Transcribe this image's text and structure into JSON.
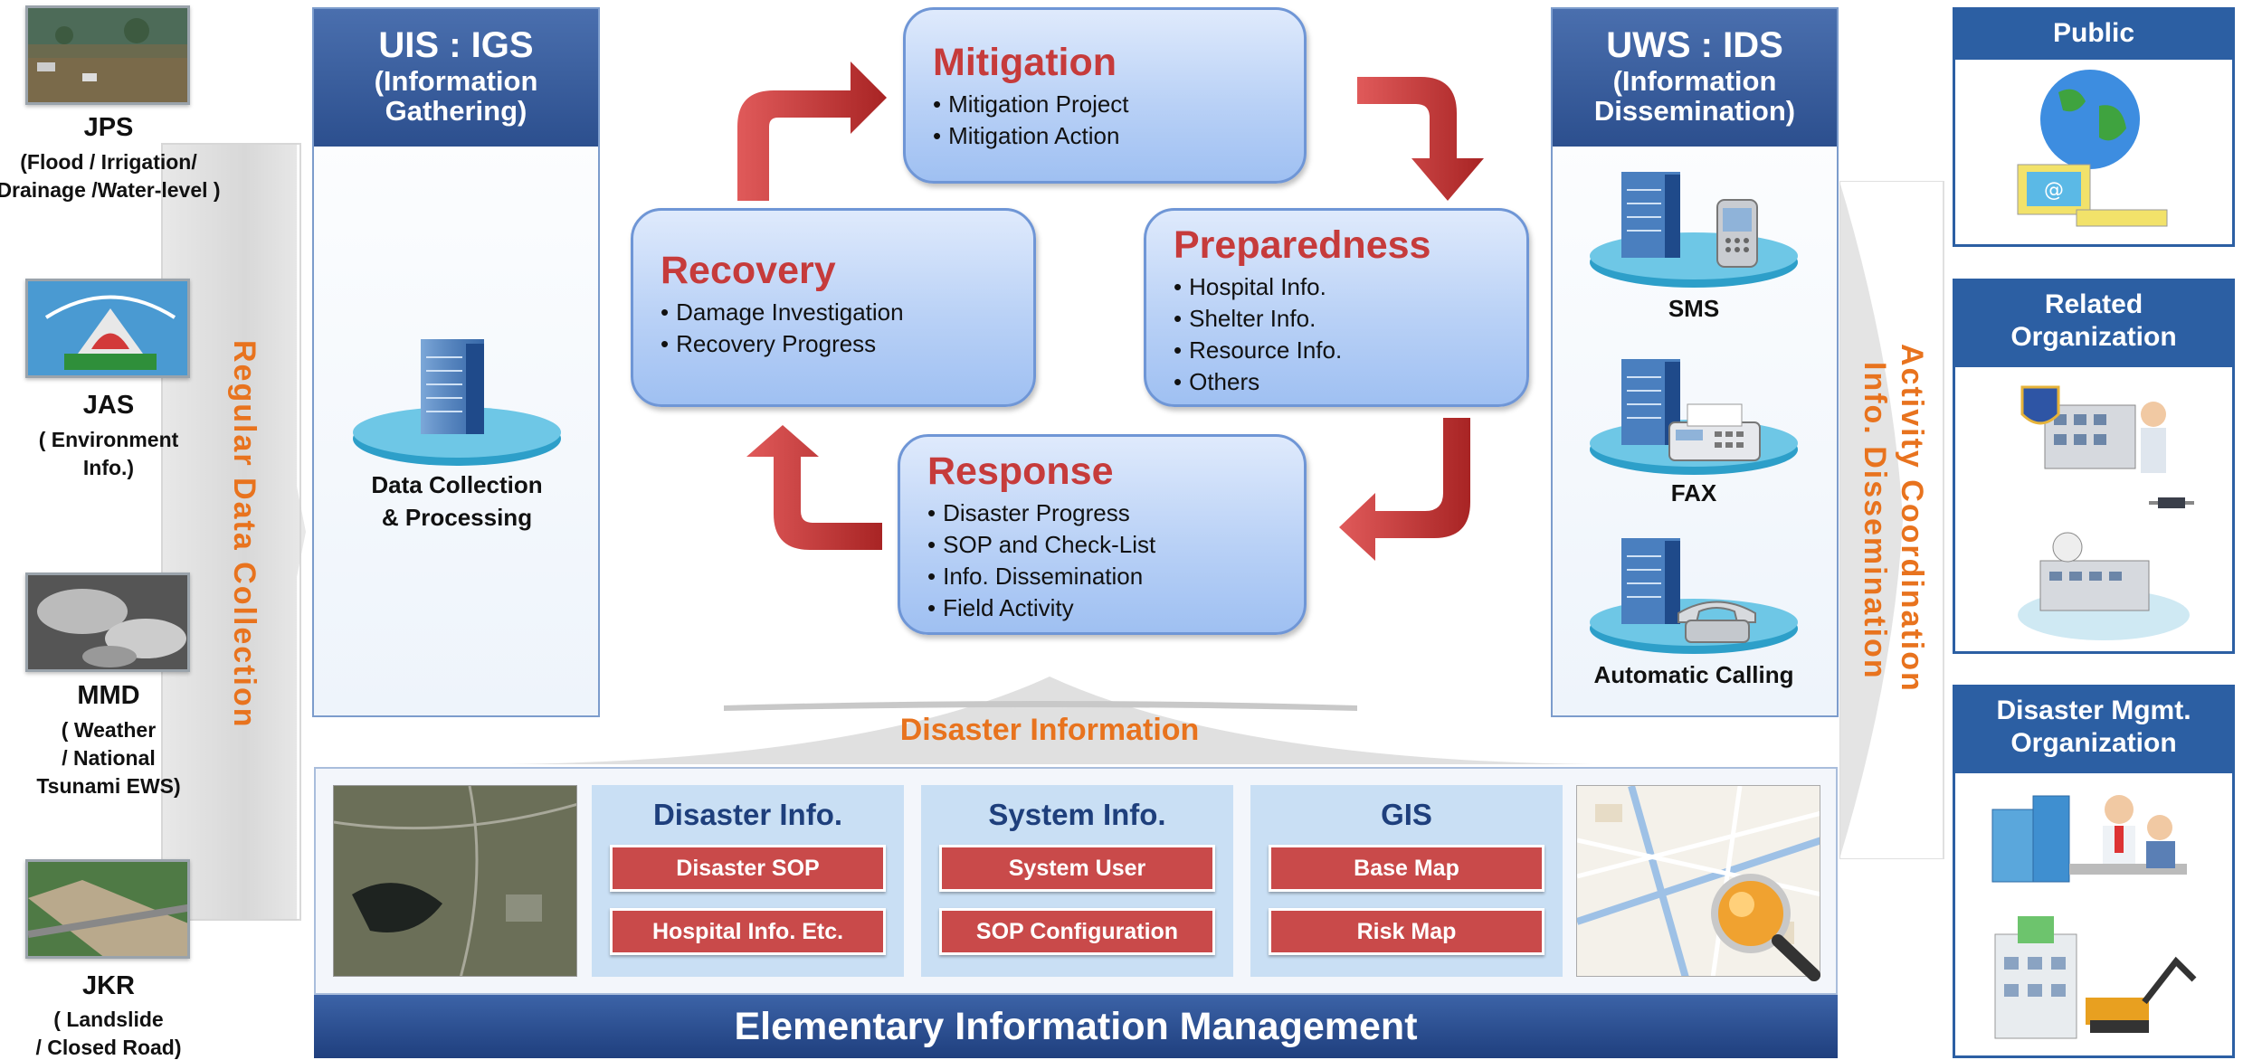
{
  "sources": [
    {
      "name": "JPS",
      "desc": "(Flood / Irrigation/\nDrainage /Water-level )"
    },
    {
      "name": "JAS",
      "desc": "( Environment\nInfo.)"
    },
    {
      "name": "MMD",
      "desc": "( Weather\n/ National\nTsunami  EWS)"
    },
    {
      "name": "JKR",
      "desc": "( Landslide\n/ Closed Road)"
    }
  ],
  "left_arrow_label": "Regular  Data  Collection",
  "uis": {
    "title": "UIS : IGS",
    "subtitle": "(Information\nGathering)",
    "server_label": "Data Collection\n& Processing"
  },
  "cycle": {
    "mitigation": {
      "title": "Mitigation",
      "items": [
        "Mitigation Project",
        "Mitigation Action"
      ]
    },
    "preparedness": {
      "title": "Preparedness",
      "items": [
        "Hospital Info.",
        "Shelter Info.",
        "Resource Info.",
        "Others"
      ]
    },
    "response": {
      "title": "Response",
      "items": [
        "Disaster Progress",
        "SOP and Check-List",
        "Info. Dissemination",
        "Field Activity"
      ]
    },
    "recovery": {
      "title": "Recovery",
      "items": [
        "Damage Investigation",
        "Recovery Progress"
      ]
    }
  },
  "disaster_information_label": "Disaster Information",
  "uws": {
    "title": "UWS : IDS",
    "subtitle": "(Information\nDissemination)",
    "channels": [
      "SMS",
      "FAX",
      "Automatic Calling"
    ]
  },
  "right_arrow_label_1": "Activity Coordination",
  "right_arrow_label_2": "Info. Dissemination",
  "orgs": [
    "Public",
    "Related\nOrganization",
    "Disaster Mgmt.\nOrganization"
  ],
  "bottom": {
    "categories": [
      {
        "title": "Disaster Info.",
        "buttons": [
          "Disaster SOP",
          "Hospital Info. Etc."
        ]
      },
      {
        "title": "System Info.",
        "buttons": [
          "System User",
          "SOP Configuration"
        ]
      },
      {
        "title": "GIS",
        "buttons": [
          "Base Map",
          "Risk Map"
        ]
      }
    ],
    "bar_label": "Elementary Information Management"
  },
  "colors": {
    "accent_orange": "#e8731e",
    "cycle_title_red": "#c63b3b",
    "header_blue": "#2c4f8e",
    "arrow_red": "#c83a3a"
  },
  "icons": [
    "flood-photo",
    "jas-logo",
    "satellite-cloud-photo",
    "landslide-photo",
    "server-icon",
    "mobile-phone-icon",
    "fax-icon",
    "telephone-icon",
    "globe-computer-icon",
    "police-building-icon",
    "satellite-building-icon",
    "office-meeting-icon",
    "hospital-excavator-icon",
    "satellite-map-photo",
    "street-map-icon",
    "magnifier-icon"
  ]
}
